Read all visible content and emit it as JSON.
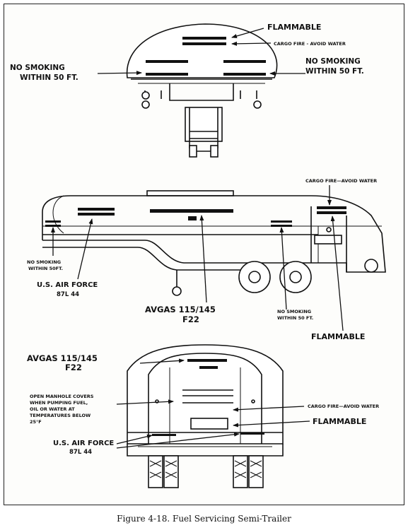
{
  "top_view": {
    "flammable": "FLAMMABLE",
    "cargo_fire": "CARGO FIRE - AVOID WATER",
    "no_smoking_left_1": "NO SMOKING",
    "no_smoking_left_2": "WITHIN 50 FT.",
    "no_smoking_right_1": "NO SMOKING",
    "no_smoking_right_2": "WITHIN 50 FT."
  },
  "side_view": {
    "cargo_fire": "CARGO FIRE—AVOID WATER",
    "no_smoking_left_1": "NO SMOKING",
    "no_smoking_left_2": "WITHIN 50FT.",
    "us_air_force_1": "U.S. AIR FORCE",
    "us_air_force_2": "87L 44",
    "avgas_1": "AVGAS 115/145",
    "avgas_2": "F22",
    "no_smoking_right_1": "NO SMOKING",
    "no_smoking_right_2": "WITHIN 50 FT.",
    "flammable": "FLAMMABLE"
  },
  "rear_view": {
    "avgas_1": "AVGAS 115/145",
    "avgas_2": "F22",
    "manhole_1": "OPEN MANHOLE COVERS",
    "manhole_2": "WHEN PUMPING FUEL,",
    "manhole_3": "OIL OR WATER AT",
    "manhole_4": "TEMPERATURES BELOW",
    "manhole_5": "25°F",
    "cargo_fire": "CARGO FIRE—AVOID WATER",
    "flammable": "FLAMMABLE",
    "us_air_force_1": "U.S. AIR FORCE",
    "us_air_force_2": "87L 44"
  },
  "caption": "Figure 4-18. Fuel Servicing Semi-Trailer"
}
